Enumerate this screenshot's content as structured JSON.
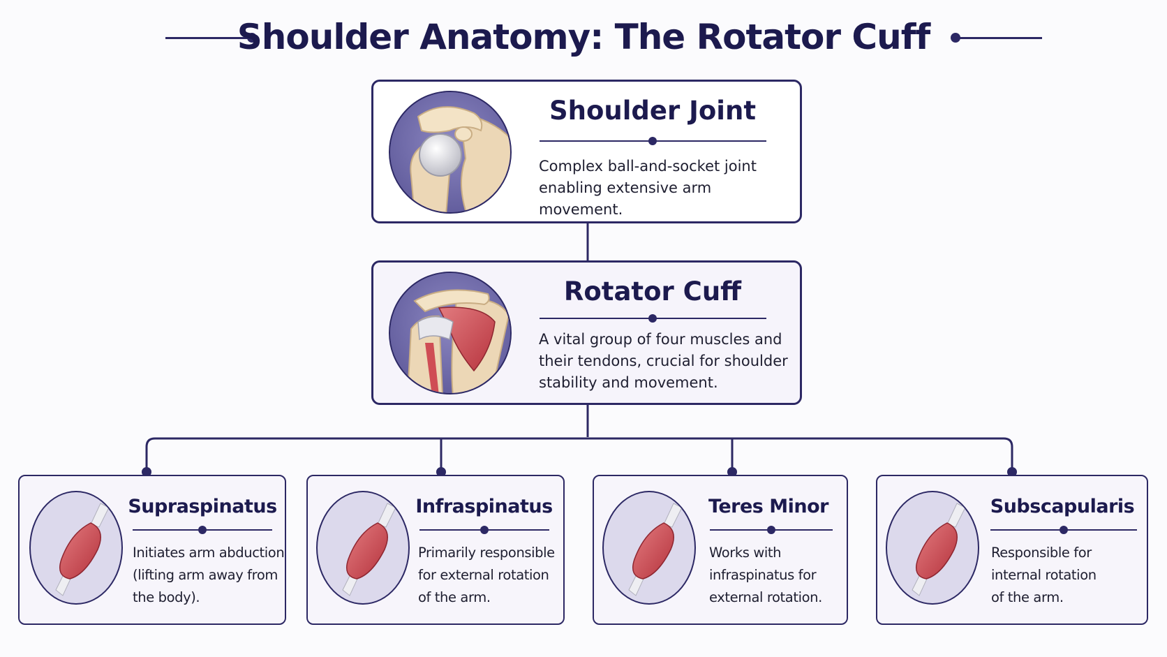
{
  "title": "Shoulder Anatomy: The Rotator Cuff",
  "shoulder_joint": {
    "heading": "Shoulder Joint",
    "description": [
      "Complex ball-and-socket joint",
      "enabling extensive arm movement."
    ]
  },
  "rotator_cuff": {
    "heading": "Rotator Cuff",
    "description": [
      "A vital group of four muscles and",
      "their tendons, crucial for shoulder",
      "stability and movement."
    ]
  },
  "muscles": [
    {
      "heading": "Supraspinatus",
      "description": [
        "Initiates arm abduction",
        "(lifting arm away from",
        "the body)."
      ]
    },
    {
      "heading": "Infraspinatus",
      "description": [
        "Primarily responsible",
        "for external rotation",
        "of the arm."
      ]
    },
    {
      "heading": "Teres Minor",
      "description": [
        "Works with",
        "infraspinatus for",
        "external rotation."
      ]
    },
    {
      "heading": "Subscapularis",
      "description": [
        "Responsible for",
        "internal rotation",
        "of the arm."
      ]
    }
  ],
  "colors": {
    "navy": "#2c2864",
    "muscle_red": "#c8414a",
    "circle_bg": "#6f6aa8",
    "bone": "#ecd7b6"
  }
}
